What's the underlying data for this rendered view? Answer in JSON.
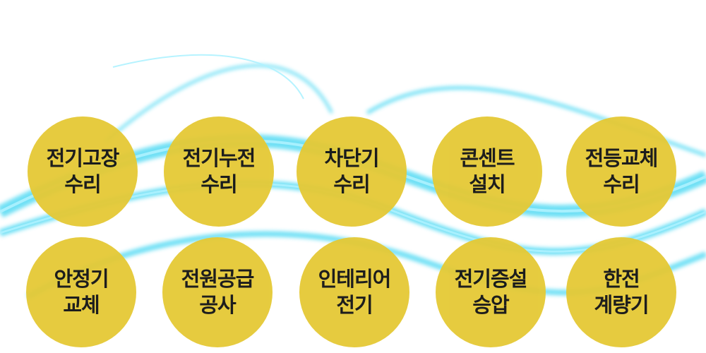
{
  "colors": {
    "circle": "#e5c935",
    "glow": "#3fd6f2",
    "text": "#111111"
  },
  "services": [
    {
      "line1": "전기고장",
      "line2": "수리"
    },
    {
      "line1": "전기누전",
      "line2": "수리"
    },
    {
      "line1": "차단기",
      "line2": "수리"
    },
    {
      "line1": "콘센트",
      "line2": "설치"
    },
    {
      "line1": "전등교체",
      "line2": "수리"
    },
    {
      "line1": "안정기",
      "line2": "교체"
    },
    {
      "line1": "전원공급",
      "line2": "공사"
    },
    {
      "line1": "인테리어",
      "line2": "전기"
    },
    {
      "line1": "전기증설",
      "line2": "승압"
    },
    {
      "line1": "한전",
      "line2": "계량기"
    }
  ]
}
